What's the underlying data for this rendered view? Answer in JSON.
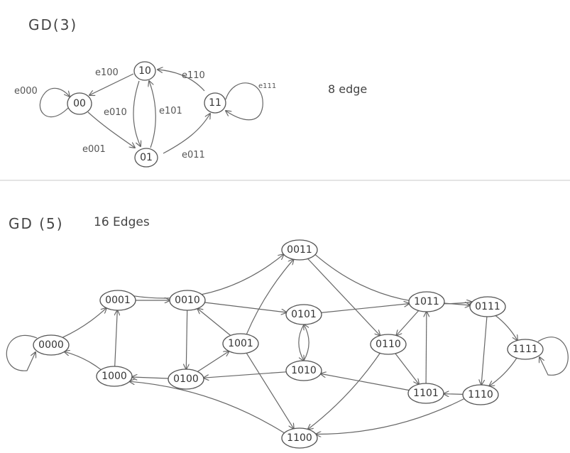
{
  "top": {
    "title": "GD(3)",
    "edge_count": "8 edge",
    "nodes": [
      {
        "id": "00",
        "label": "00"
      },
      {
        "id": "10",
        "label": "10"
      },
      {
        "id": "01",
        "label": "01"
      },
      {
        "id": "11",
        "label": "11"
      }
    ],
    "edges": [
      {
        "id": "e000",
        "label": "e000",
        "from": "00",
        "to": "00"
      },
      {
        "id": "e100",
        "label": "e100",
        "from": "10",
        "to": "00"
      },
      {
        "id": "e010",
        "label": "e010",
        "from": "10",
        "to": "01"
      },
      {
        "id": "e101",
        "label": "e101",
        "from": "01",
        "to": "10"
      },
      {
        "id": "e110",
        "label": "e110",
        "from": "11",
        "to": "10"
      },
      {
        "id": "e111",
        "label": "e111",
        "from": "11",
        "to": "11"
      },
      {
        "id": "e001",
        "label": "e001",
        "from": "00",
        "to": "01"
      },
      {
        "id": "e011",
        "label": "e011",
        "from": "01",
        "to": "11"
      }
    ]
  },
  "bottom": {
    "title": "GD (5)",
    "edge_count": "16 Edges",
    "nodes": [
      {
        "id": "0000",
        "label": "0000"
      },
      {
        "id": "0001",
        "label": "0001"
      },
      {
        "id": "0010",
        "label": "0010"
      },
      {
        "id": "0011",
        "label": "0011"
      },
      {
        "id": "1001",
        "label": "1001"
      },
      {
        "id": "0101",
        "label": "0101"
      },
      {
        "id": "1010",
        "label": "1010"
      },
      {
        "id": "0110",
        "label": "0110"
      },
      {
        "id": "1011",
        "label": "1011"
      },
      {
        "id": "0111",
        "label": "0111"
      },
      {
        "id": "1111",
        "label": "1111"
      },
      {
        "id": "1000",
        "label": "1000"
      },
      {
        "id": "0100",
        "label": "0100"
      },
      {
        "id": "1101",
        "label": "1101"
      },
      {
        "id": "1110",
        "label": "1110"
      },
      {
        "id": "1100",
        "label": "1100"
      }
    ],
    "edges": [
      {
        "from": "0000",
        "to": "0000"
      },
      {
        "from": "0000",
        "to": "0001"
      },
      {
        "from": "1000",
        "to": "0000"
      },
      {
        "from": "0001",
        "to": "0010"
      },
      {
        "from": "0001",
        "to": "0011"
      },
      {
        "from": "1000",
        "to": "0001"
      },
      {
        "from": "0010",
        "to": "0101"
      },
      {
        "from": "0010",
        "to": "0100"
      },
      {
        "from": "1001",
        "to": "0010"
      },
      {
        "from": "0100",
        "to": "1000"
      },
      {
        "from": "0100",
        "to": "1001"
      },
      {
        "from": "1001",
        "to": "0011"
      },
      {
        "from": "1001",
        "to": "1100"
      },
      {
        "from": "0011",
        "to": "0111"
      },
      {
        "from": "0011",
        "to": "0110"
      },
      {
        "from": "0101",
        "to": "1010"
      },
      {
        "from": "1010",
        "to": "0101"
      },
      {
        "from": "0101",
        "to": "1011"
      },
      {
        "from": "1010",
        "to": "0100"
      },
      {
        "from": "0110",
        "to": "1101"
      },
      {
        "from": "0110",
        "to": "1100"
      },
      {
        "from": "1011",
        "to": "0110"
      },
      {
        "from": "1011",
        "to": "0111"
      },
      {
        "from": "1101",
        "to": "1011"
      },
      {
        "from": "1101",
        "to": "1010"
      },
      {
        "from": "0111",
        "to": "1110"
      },
      {
        "from": "0111",
        "to": "1111"
      },
      {
        "from": "1111",
        "to": "1111"
      },
      {
        "from": "1111",
        "to": "1110"
      },
      {
        "from": "1110",
        "to": "1101"
      },
      {
        "from": "1110",
        "to": "1100"
      },
      {
        "from": "1100",
        "to": "1000"
      }
    ]
  }
}
